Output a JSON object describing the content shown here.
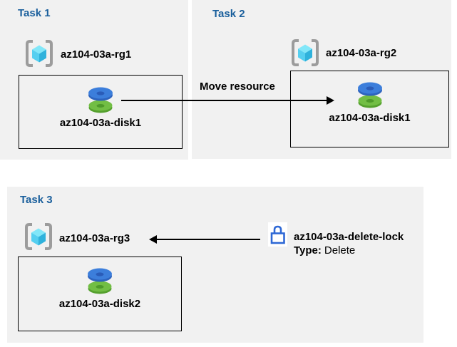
{
  "colors": {
    "panel_bg": "#f1f1f1",
    "heading_blue": "#1a5f9c",
    "lock_blue": "#2e68d5",
    "disk_blue_face": "#3c7edb",
    "disk_blue_side": "#2d63be",
    "disk_green_face": "#72be44",
    "disk_green_side": "#55a02e",
    "cube_top_cyan": "#82e7f9",
    "cube_left_cyan": "#55cff0",
    "cube_right_cyan": "#2fb2dc",
    "bracket_gray": "#9c9c9c",
    "arrow_black": "#000000"
  },
  "tasks": [
    {
      "title": "Task 1",
      "resource_group": "az104-03a-rg1",
      "disk": "az104-03a-disk1"
    },
    {
      "title": "Task 2",
      "resource_group": "az104-03a-rg2",
      "disk": "az104-03a-disk1"
    },
    {
      "title": "Task 3",
      "resource_group": "az104-03a-rg3",
      "disk": "az104-03a-disk2"
    }
  ],
  "move_arrow": {
    "label": "Move resource"
  },
  "lock": {
    "name": "az104-03a-delete-lock",
    "type_label": "Type:",
    "type_value": "Delete"
  },
  "icons": {
    "resource_group": "resource-group-icon",
    "disk": "disk-icon",
    "lock": "lock-icon"
  }
}
